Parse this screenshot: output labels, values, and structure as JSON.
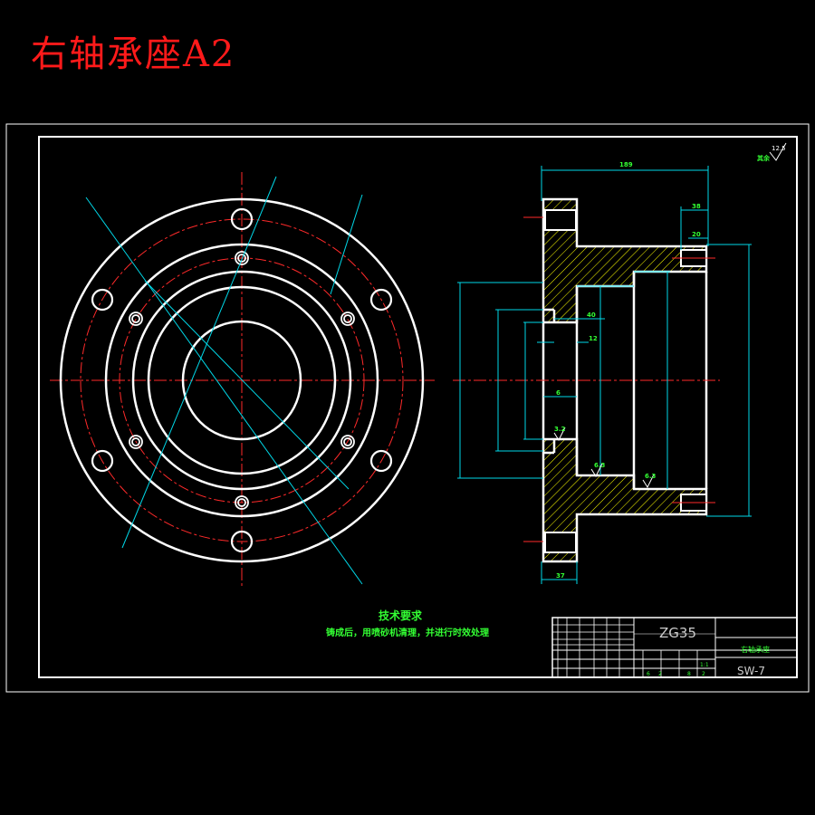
{
  "title": "右轴承座A2",
  "technical_requirements": {
    "heading": "技术要求",
    "note": "铸成后，用喷砂机清理，并进行时效处理"
  },
  "title_block": {
    "material": "ZG35",
    "part_name": "右轴承座",
    "drawing_code": "SW-7",
    "ratio": "1:1",
    "qty_row": [
      "6",
      "2",
      "8",
      "2"
    ]
  },
  "surface_finish": {
    "value": "12.5",
    "label": "其余"
  },
  "dimensions": {
    "overall_length": "189",
    "flange_thickness": "37",
    "hub_offset": "38",
    "hub_slot": "20",
    "spigot_width": "6",
    "spigot_depth": "40",
    "shoulder": "12",
    "roughness_a": "3.2",
    "roughness_b": "6.3",
    "roughness_c": "6.3"
  },
  "colors": {
    "outline": "#ffffff",
    "center_line": "#ff2a2a",
    "dimension": "#00d8e8",
    "text": "#33ff33",
    "hatch": "#ffff00",
    "title": "#ff1a1a"
  }
}
